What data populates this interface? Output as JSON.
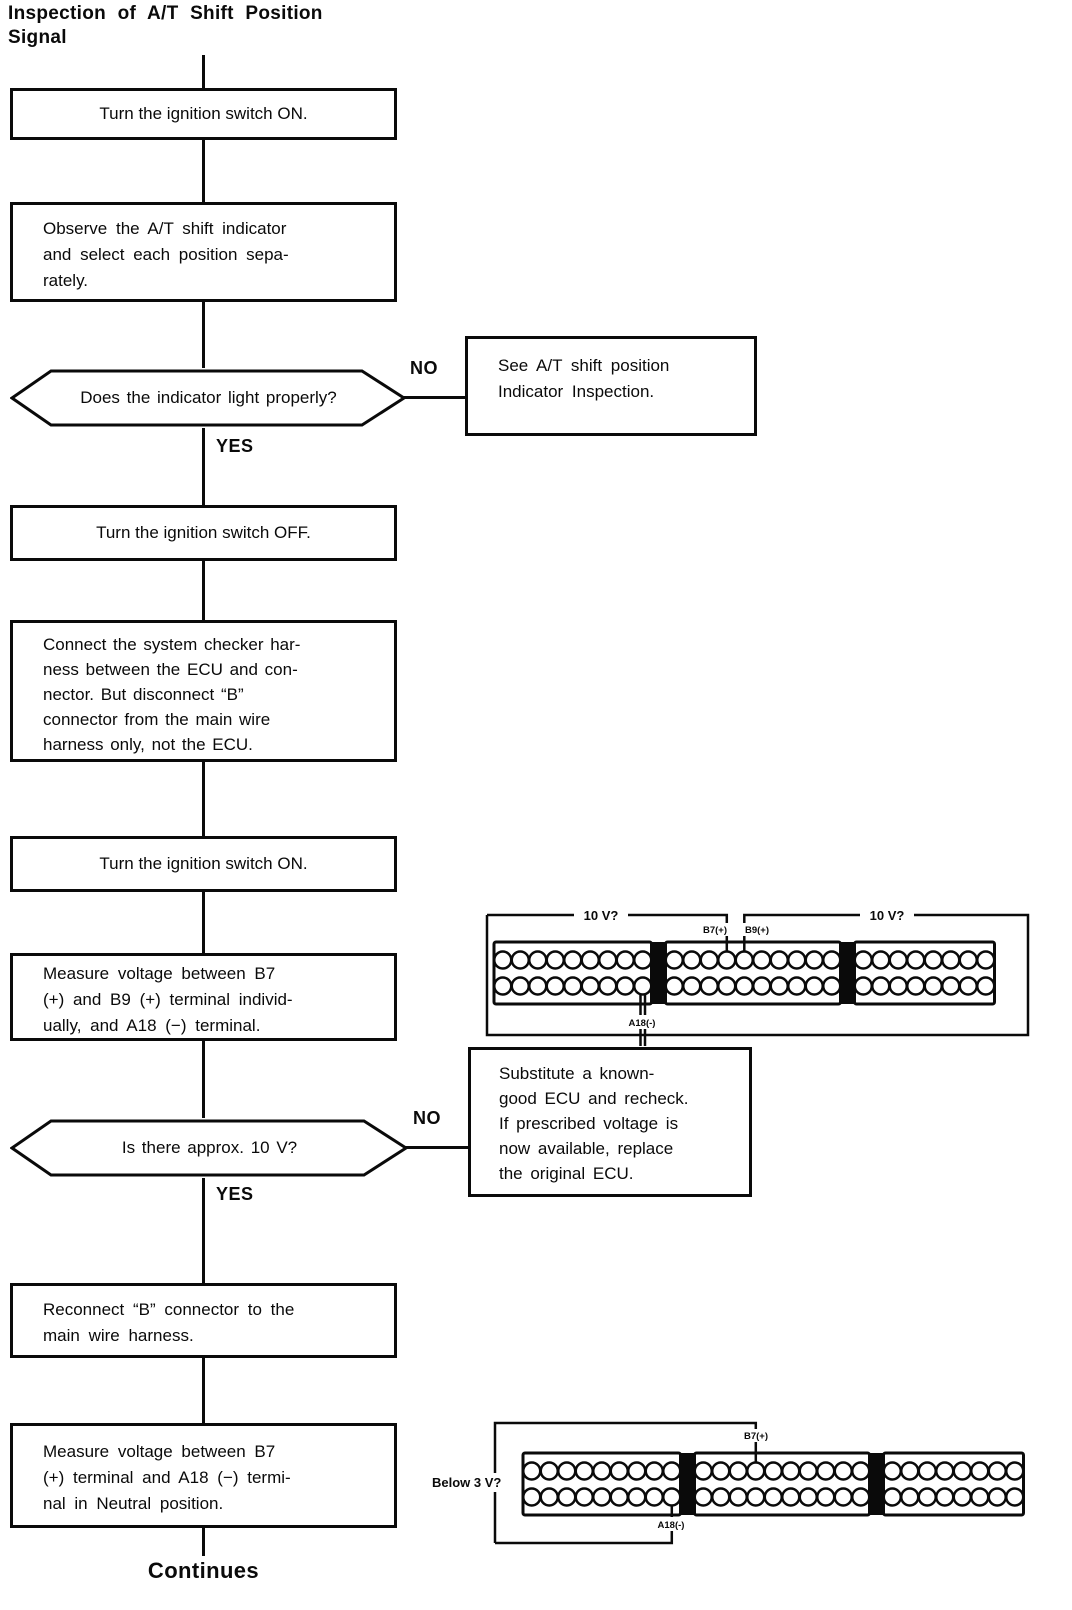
{
  "title": "Inspection of A/T Shift Position\nSignal",
  "labels": {
    "yes": "YES",
    "no": "NO",
    "continues": "Continues"
  },
  "steps": {
    "s1": "Turn the ignition switch ON.",
    "s2": "Observe the A/T shift indicator\nand select each position sepa-\nrately.",
    "d1": "Does the indicator light properly?",
    "d1_no": "See A/T shift position\nIndicator Inspection.",
    "s3": "Turn the ignition switch OFF.",
    "s4": "Connect the system checker har-\nness between the ECU and con-\nnector. But disconnect “B”\nconnector from the main wire\nharness only, not the ECU.",
    "s5": "Turn the ignition switch ON.",
    "s6": "Measure voltage between B7\n(+) and B9 (+) terminal individ-\nually, and A18 (−) terminal.",
    "d2": "Is there approx. 10 V?",
    "d2_no": "Substitute a known-\ngood ECU and recheck.\nIf prescribed voltage is\nnow available, replace\nthe original ECU.",
    "s7": "Reconnect “B” connector to the\nmain wire harness.",
    "s8": "Measure voltage between B7\n(+) terminal and A18 (−) termi-\nnal in Neutral position."
  },
  "connectors": [
    {
      "blocks": [
        9,
        10,
        8
      ],
      "rows": 2,
      "labels": {
        "q_left": "10 V?",
        "q_right": "10 V?",
        "b7": "B7(+)",
        "b9": "B9(+)",
        "a18": "A18(-)"
      },
      "probes": {
        "b7": {
          "block": 1,
          "row": 0,
          "pin": 3
        },
        "b9": {
          "block": 1,
          "row": 0,
          "pin": 4
        },
        "a18": {
          "block": 0,
          "row": 1,
          "pin": 8
        }
      }
    },
    {
      "blocks": [
        9,
        10,
        8
      ],
      "rows": 2,
      "labels": {
        "q": "Below 3 V?",
        "b7": "B7(+)",
        "a18": "A18(-)"
      },
      "probes": {
        "b7": {
          "block": 1,
          "row": 0,
          "pin": 3
        },
        "a18": {
          "block": 0,
          "row": 1,
          "pin": 8
        }
      }
    }
  ]
}
